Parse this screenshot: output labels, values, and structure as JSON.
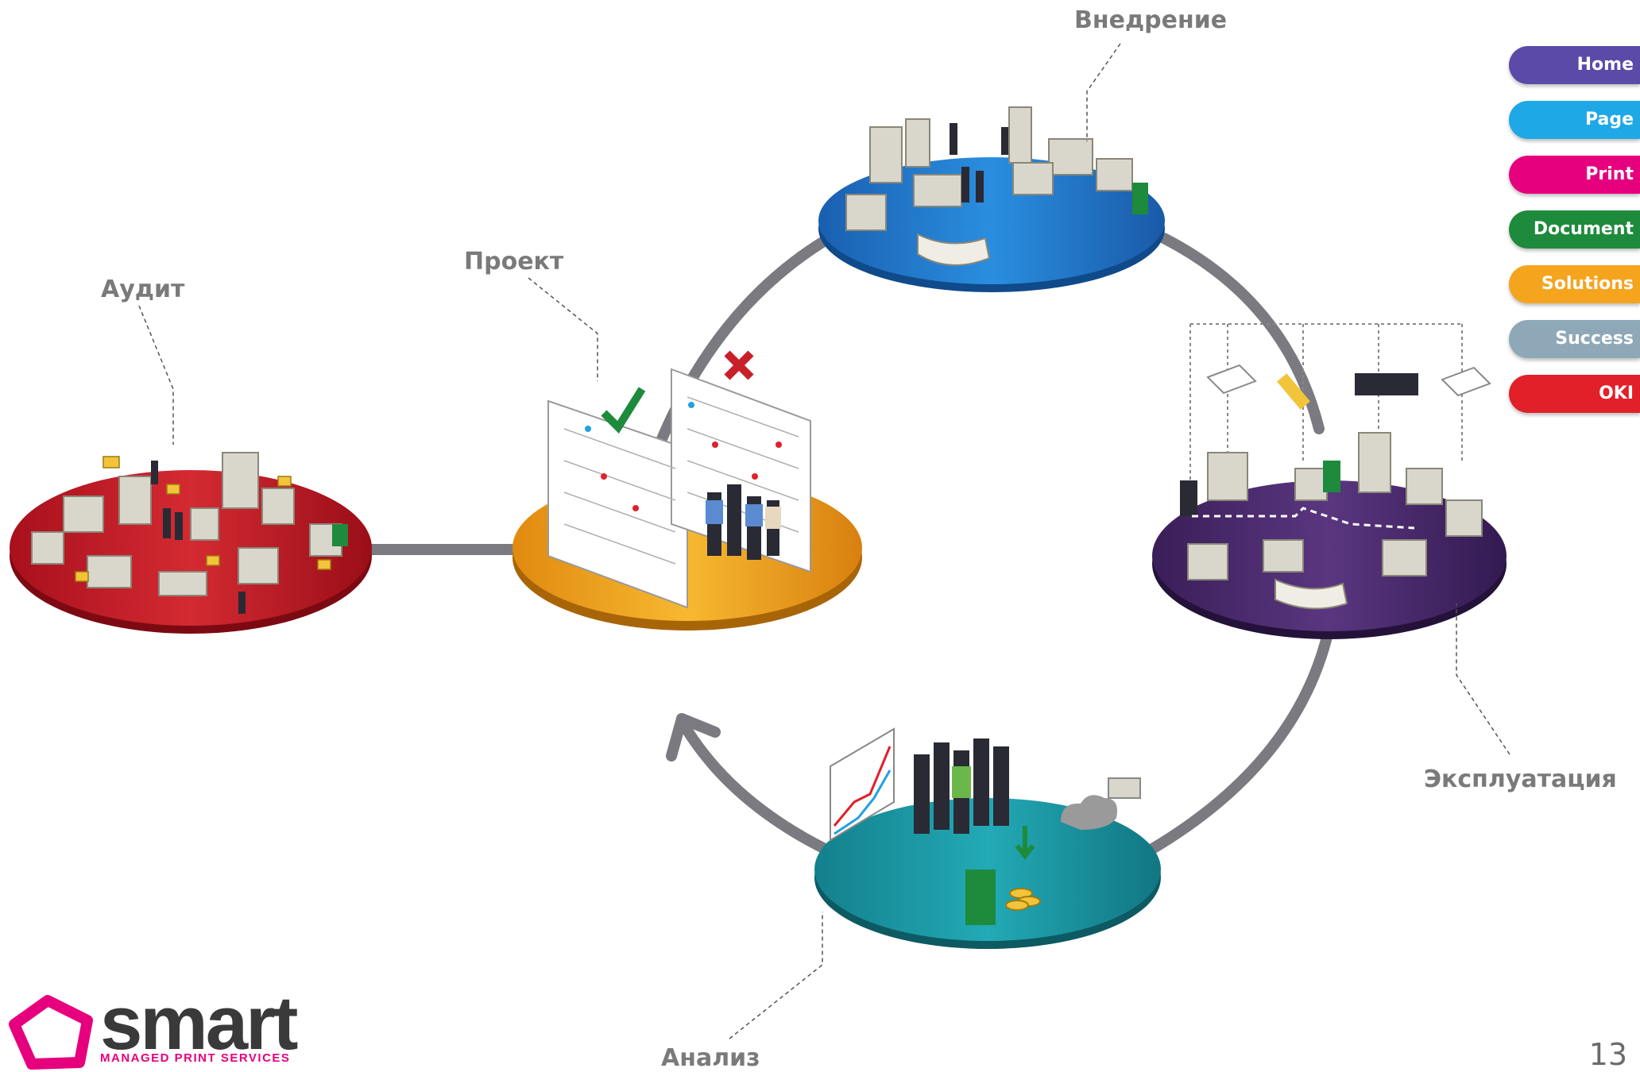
{
  "stages": {
    "audit": "Аудит",
    "project": "Проект",
    "implementation": "Внедрение",
    "operation": "Эксплуатация",
    "analysis": "Анализ"
  },
  "nav": [
    {
      "label": "Home",
      "color": "#5b4aa8"
    },
    {
      "label": "Page",
      "color": "#1ea8e6"
    },
    {
      "label": "Print",
      "color": "#e6007e"
    },
    {
      "label": "Document",
      "color": "#1e8a3c"
    },
    {
      "label": "Solutions",
      "color": "#f5a41e"
    },
    {
      "label": "Success",
      "color": "#8ea8b8"
    },
    {
      "label": "OKI",
      "color": "#e2202a"
    }
  ],
  "logo": {
    "word": "smart",
    "sub": "MANAGED PRINT SERVICES"
  },
  "page_number": "13",
  "colors": {
    "audit_disc": "#c8202a",
    "project_disc": "#f0a020",
    "implementation_disc": "#1e7ac8",
    "operation_disc": "#4a2a6a",
    "analysis_disc": "#1a9aa8",
    "connector": "#7a7a80"
  }
}
